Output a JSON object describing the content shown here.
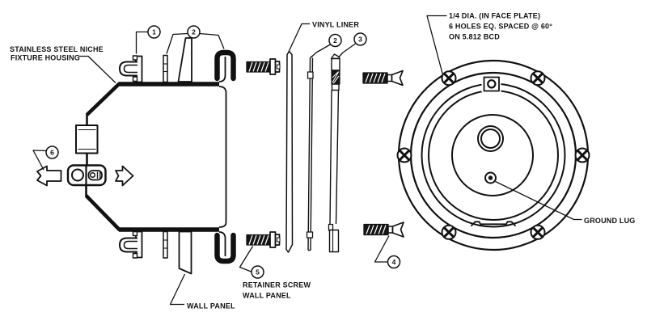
{
  "diagram": {
    "background_color": "#ffffff",
    "line_color": "#111111",
    "labels": {
      "niche_housing": {
        "line1": "STAINLESS STEEL NICHE",
        "line2": "FIXTURE HOUSING"
      },
      "vinyl_liner": "VINYL LINER",
      "face_plate_note": {
        "line1": "1/4 DIA. (IN FACE PLATE)",
        "line2": "6 HOLES EQ. SPACED @ 60°",
        "line3": "ON 5.812 BCD"
      },
      "ground_lug": "GROUND LUG",
      "retainer_screw": {
        "line1": "RETAINER SCREW",
        "line2": "WALL PANEL"
      },
      "wall_panel": "WALL PANEL"
    },
    "callouts": {
      "item1": "1",
      "item2": "2",
      "item3": "3",
      "item4": "4",
      "item5": "5",
      "item6": "6"
    }
  }
}
